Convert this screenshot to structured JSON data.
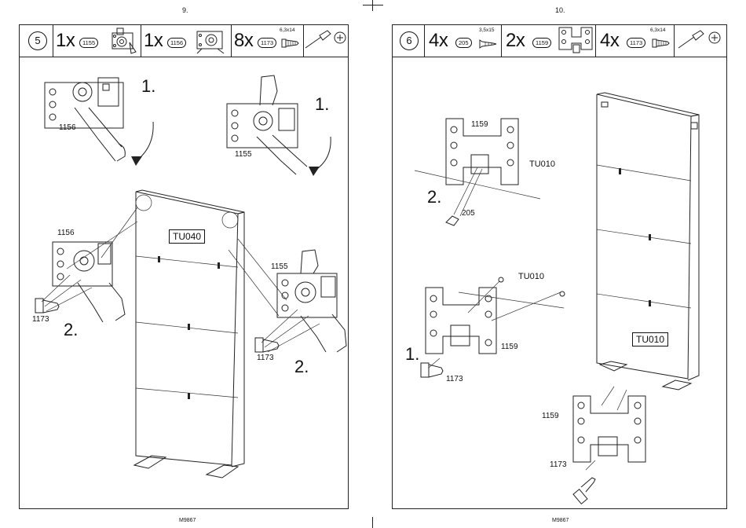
{
  "pages": [
    {
      "page_number": "9.",
      "footer": "M9867",
      "step": "5",
      "parts": [
        {
          "qty": "1x",
          "code": "1155"
        },
        {
          "qty": "1x",
          "code": "1156"
        },
        {
          "qty": "8x",
          "code": "1173",
          "size": "6,3x14"
        }
      ],
      "tools": [
        "screwdriver-icon",
        "phillips-icon"
      ],
      "labels": {
        "top_left_part": "1156",
        "top_left_step": "1.",
        "top_right_part": "1155",
        "top_right_step": "1.",
        "panel": "TU040",
        "left_part": "1156",
        "left_screw": "1173",
        "left_step": "2.",
        "right_part": "1155",
        "right_screw": "1173",
        "right_step": "2."
      }
    },
    {
      "page_number": "10.",
      "footer": "M9867",
      "step": "6",
      "parts": [
        {
          "qty": "4x",
          "code": "205",
          "size": "3,5x15"
        },
        {
          "qty": "2x",
          "code": "1159"
        },
        {
          "qty": "4x",
          "code": "1173",
          "size": "6,3x14"
        }
      ],
      "tools": [
        "screwdriver-icon",
        "phillips-icon"
      ],
      "labels": {
        "top_part": "1159",
        "top_panel": "TU010",
        "top_step": "2.",
        "top_screw": "205",
        "mid_panel": "TU010",
        "mid_part": "1159",
        "mid_step": "1.",
        "mid_screw": "1173",
        "panel": "TU010",
        "bottom_part": "1159",
        "bottom_screw": "1173"
      }
    }
  ]
}
